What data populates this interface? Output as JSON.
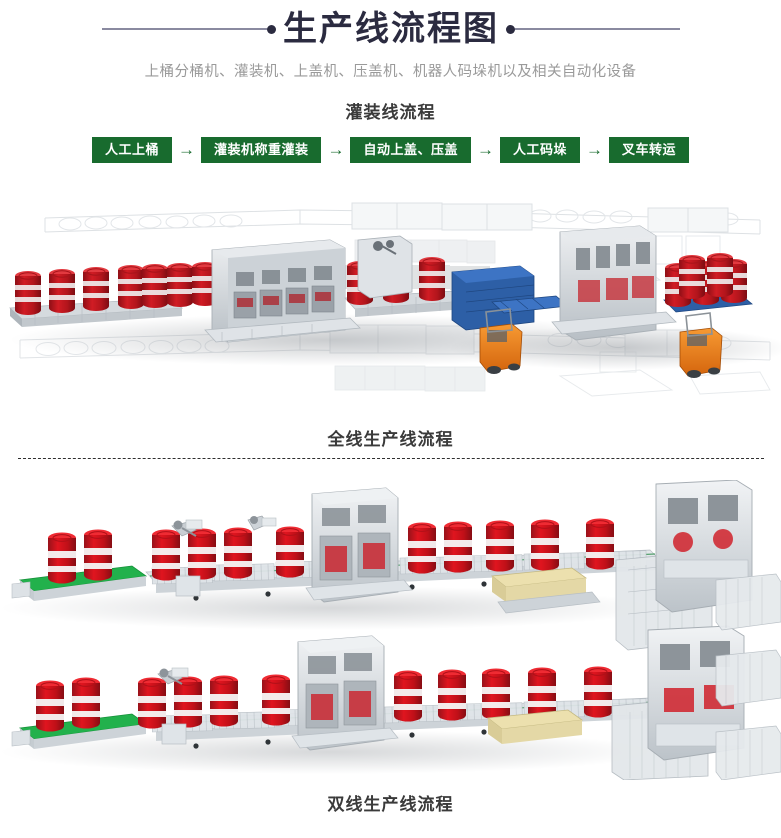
{
  "header": {
    "title": "生产线流程图",
    "subtitle": "上桶分桶机、灌装机、上盖机、压盖机、机器人码垛机以及相关自动化设备",
    "rule_color": "#8a8aa0",
    "dot_color": "#2b2b40",
    "title_color": "#2b2b40"
  },
  "filling_section": {
    "heading": "灌装线流程",
    "accent_color": "#186b2e",
    "arrow_glyph": "→",
    "steps": [
      {
        "label": "人工上桶"
      },
      {
        "label": "灌装机称重灌装"
      },
      {
        "label": "自动上盖、压盖"
      },
      {
        "label": "人工码垛"
      },
      {
        "label": "叉车转运"
      }
    ]
  },
  "illustrations": [
    {
      "caption": "全线生产线流程",
      "description": "整线生产线三维渲染：输送机、红色白条油桶、灌装机、机器人码垛机、蓝色托盘、橙色叉车，背景为淡灰色设备平面布置图",
      "colors": {
        "drum_red": "#c0181f",
        "drum_band": "#f2f2f2",
        "machine_gray": "#c8cdd2",
        "pallet_blue": "#2f5fa8",
        "forklift_orange": "#e8781a",
        "blueprint_gray": "#d9dde1"
      }
    },
    {
      "caption": "双线生产线流程",
      "description": "双线生产线三维渲染：两条平行输送线、绿色上桶输送带、红色白条油桶、灌装柜、米黄色托盘、码垛塔架",
      "colors": {
        "drum_red": "#d8121c",
        "drum_band": "#f4f4f4",
        "belt_green": "#22b14c",
        "machine_gray": "#cfd4d8",
        "pallet_tan": "#eadfae",
        "rail_gray": "#b9c0c6"
      }
    }
  ],
  "divider": {
    "style": "dashed",
    "color": "#2f2f2f"
  }
}
